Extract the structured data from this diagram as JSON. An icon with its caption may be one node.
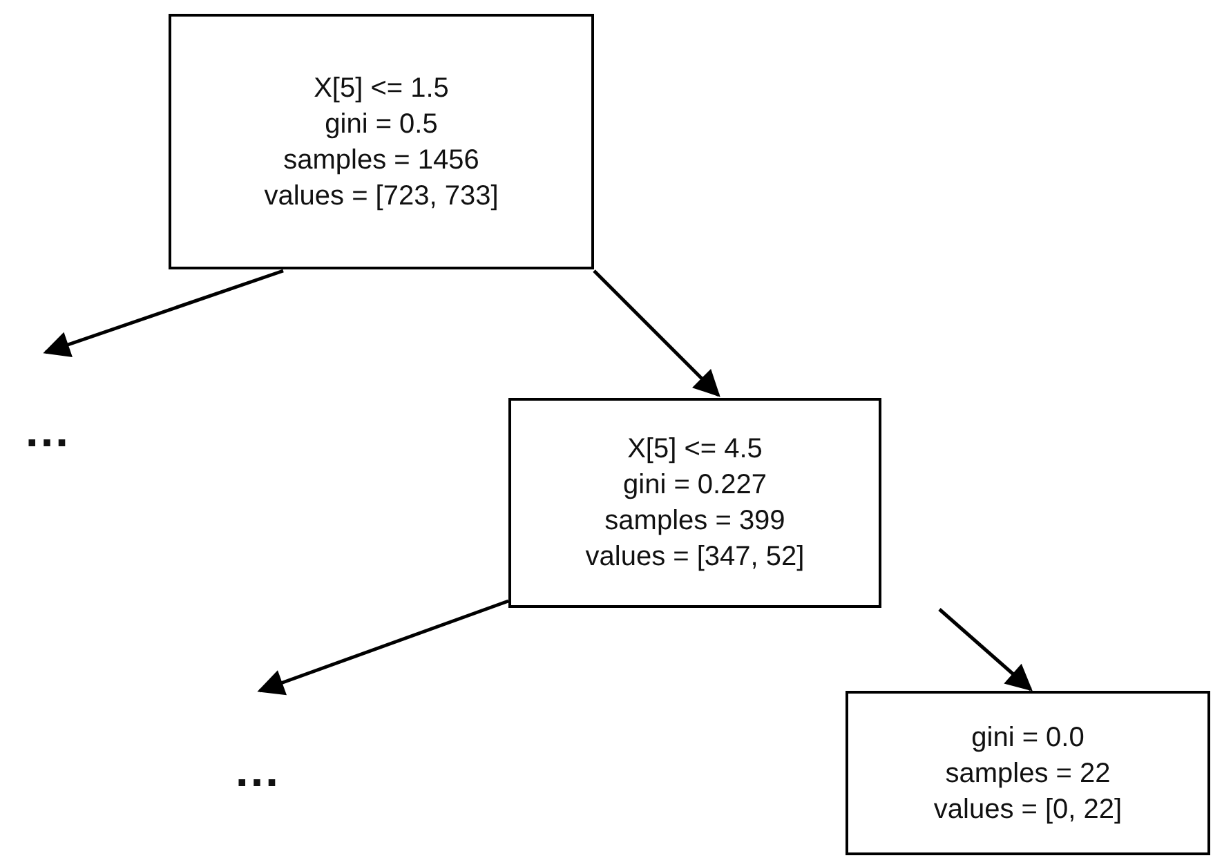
{
  "diagram": {
    "nodes": [
      {
        "text": [
          "X[5] <= 1.5",
          "gini = 0.5",
          "samples = 1456",
          "values = [723, 733]"
        ]
      },
      {
        "text": [
          "…"
        ]
      },
      {
        "text": [
          "X[5] <= 4.5",
          "gini = 0.227",
          "samples = 399",
          "values = [347, 52]"
        ]
      },
      {
        "text": [
          "…"
        ]
      },
      {
        "text": [
          "gini = 0.0",
          "samples = 22",
          "values = [0, 22]"
        ]
      }
    ],
    "edges": [
      {
        "from": 0,
        "to": 1,
        "arrow": "to"
      },
      {
        "from": 0,
        "to": 2,
        "arrow": "to"
      },
      {
        "from": 2,
        "to": 3,
        "arrow": "to"
      },
      {
        "from": 2,
        "to": 4,
        "arrow": "to"
      }
    ]
  }
}
